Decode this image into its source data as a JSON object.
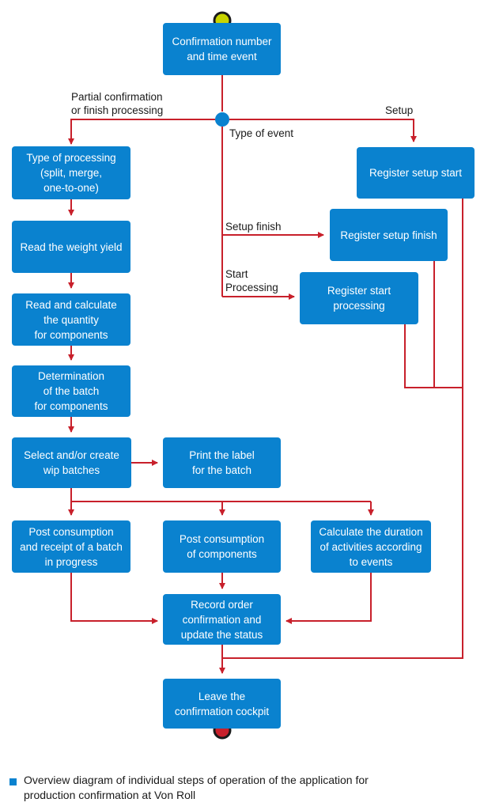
{
  "nodes": {
    "confirmation_number": "Confirmation number\nand time event",
    "type_of_processing": "Type of processing\n(split, merge,\none-to-one)",
    "read_weight_yield": "Read the weight yield",
    "read_calculate_quantity": "Read and calculate\nthe quantity\nfor components",
    "determination_batch": "Determination\nof the batch\nfor components",
    "select_create_wip": "Select and/or create\nwip batches",
    "print_label": "Print the label\nfor the batch",
    "post_consumption_receipt": "Post consumption\nand receipt of a batch\nin progress",
    "post_consumption_components": "Post consumption\nof components",
    "calculate_duration": "Calculate the duration\nof activities according\nto events",
    "record_order_confirmation": "Record order\nconfirmation and\nupdate the status",
    "leave_cockpit": "Leave the\nconfirmation cockpit",
    "register_setup_start": "Register setup start",
    "register_setup_finish": "Register setup finish",
    "register_start_processing": "Register start\nprocessing"
  },
  "edge_labels": {
    "partial_confirmation": "Partial confirmation\nor finish processing",
    "setup": "Setup",
    "type_of_event": "Type of event",
    "setup_finish": "Setup finish",
    "start_processing": "Start\nProcessing"
  },
  "caption": "Overview diagram of individual steps of operation of the application for\nproduction confirmation at Von Roll",
  "colors": {
    "box": "#0a82cf",
    "arrow": "#c8202b",
    "decision": "#0a82cf",
    "start_fill": "#c8d400",
    "end_fill": "#c8202b"
  }
}
